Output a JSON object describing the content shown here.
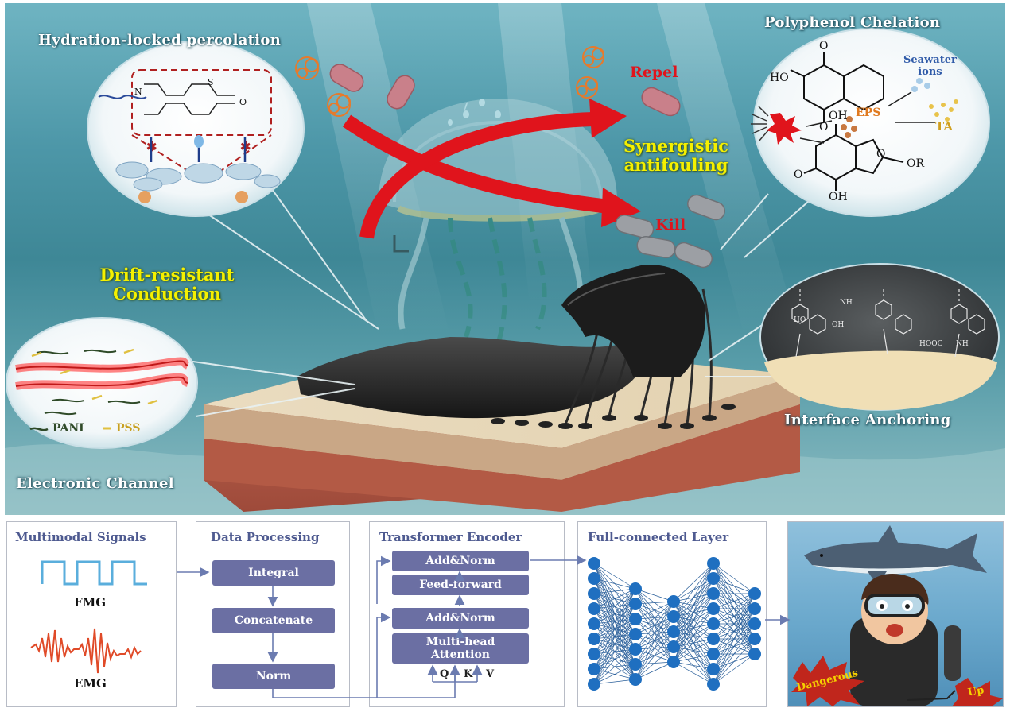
{
  "illustration": {
    "labels": {
      "hydration": "Hydration-locked percolation",
      "polyphenol": "Polyphenol Chelation",
      "repel": "Repel",
      "kill": "Kill",
      "synergistic_line1": "Synergistic",
      "synergistic_line2": "antifouling",
      "drift_line1": "Drift-resistant",
      "drift_line2": "Conduction",
      "interface": "Interface Anchoring",
      "electronic": "Electronic Channel"
    },
    "chelation_bubble": {
      "seawater_line1": "Seawater",
      "seawater_line2": "ions",
      "eps": "EPS",
      "ta": "TA",
      "ho": "HO",
      "oh_top": "OH",
      "oh_bottom": "OH",
      "o_top": "O",
      "o_mid": "O",
      "o_left": "O",
      "or": "OR",
      "ring_o": "O"
    },
    "percolation_bubble": {
      "n_plus": "N",
      "o_minus": "O",
      "s": "S"
    },
    "channel_bubble": {
      "pani": "PANI",
      "pss": "PSS"
    },
    "anchoring_bubble": {
      "ho": "HO",
      "oh": "OH",
      "nh": "NH",
      "hooc": "HOOC",
      "nh2": "NH"
    }
  },
  "pipeline": {
    "signals": {
      "title": "Multimodal Signals",
      "fmg": "FMG",
      "emg": "EMG"
    },
    "processing": {
      "title": "Data Processing",
      "steps": [
        "Integral",
        "Concatenate",
        "Norm"
      ]
    },
    "encoder": {
      "title": "Transformer Encoder",
      "blocks": [
        "Add&Norm",
        "Feed-forward",
        "Add&Norm",
        "Multi-head Attention"
      ],
      "inputs": [
        "Q",
        "K",
        "V"
      ]
    },
    "fc": {
      "title": "Full-connected Layer"
    },
    "output": {
      "dangerous": "Dangerous",
      "up": "Up"
    }
  },
  "colors": {
    "accent_box": "#6b6fa3",
    "panel_title": "#4e5a90",
    "label_yellow": "#f5f000",
    "label_red": "#e0141c",
    "neuron": "#1f6fc0"
  }
}
